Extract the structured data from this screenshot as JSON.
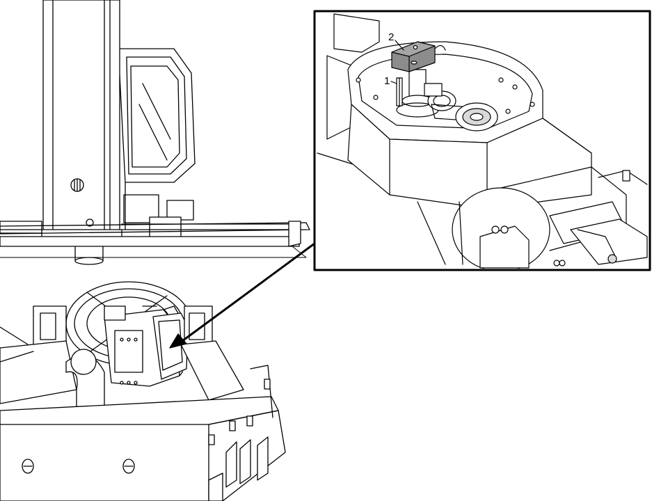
{
  "diagram": {
    "callouts": [
      {
        "id": "1",
        "label": "1"
      },
      {
        "id": "2",
        "label": "2"
      }
    ],
    "colors": {
      "line": "#000000",
      "fill": "#ffffff",
      "highlight": "#8c8c8c",
      "shade": "#d9d9d9"
    }
  }
}
